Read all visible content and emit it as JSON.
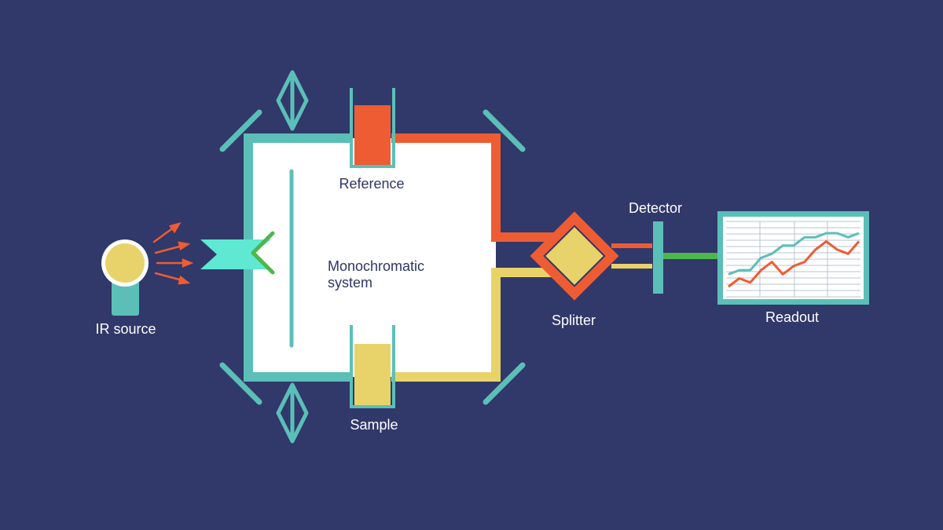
{
  "labels": {
    "ir_source": "IR source",
    "reference": "Reference",
    "monochromatic_line1": "Monochromatic",
    "monochromatic_line2": "system",
    "sample": "Sample",
    "splitter": "Splitter",
    "detector": "Detector",
    "readout": "Readout"
  },
  "colors": {
    "background": "#31386a",
    "teal": "#5bbfb8",
    "orange": "#ee5c33",
    "yellow": "#e8d36a",
    "green": "#4cb84a",
    "mint": "#5fe8d2",
    "chamber": "#ffffff"
  },
  "readout_series": {
    "teal": [
      3,
      4,
      4,
      7,
      8,
      10,
      10,
      12,
      12,
      13,
      13,
      12,
      13
    ],
    "orange": [
      0,
      2,
      1,
      4,
      6,
      3,
      5,
      6,
      9,
      11,
      9,
      8,
      11
    ]
  }
}
